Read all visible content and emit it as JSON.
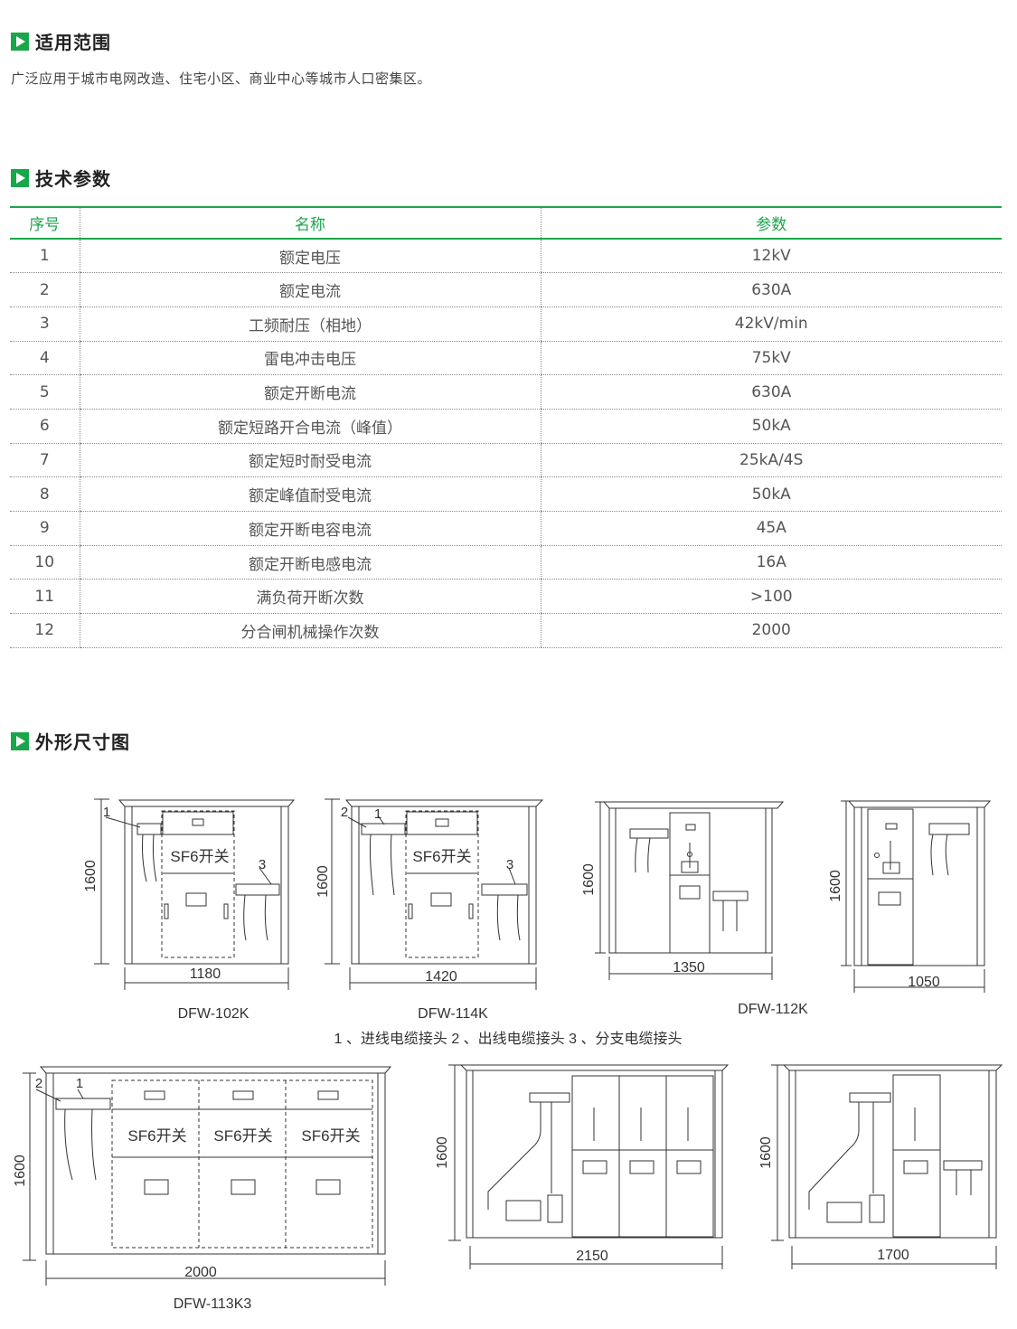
{
  "sections": {
    "scope": {
      "title": "适用范围",
      "text": "广泛应用于城市电网改造、住宅小区、商业中心等城市人口密集区。"
    },
    "tech": {
      "title": "技术参数"
    },
    "dims": {
      "title": "外形尺寸图"
    }
  },
  "table": {
    "headers": [
      "序号",
      "名称",
      "参数"
    ],
    "rows": [
      [
        "1",
        "额定电压",
        "12kV"
      ],
      [
        "2",
        "额定电流",
        "630A"
      ],
      [
        "3",
        "工频耐压（相地）",
        "42kV/min"
      ],
      [
        "4",
        "雷电冲击电压",
        "75kV"
      ],
      [
        "5",
        "额定开断电流",
        "630A"
      ],
      [
        "6",
        "额定短路开合电流（峰值）",
        "50kA"
      ],
      [
        "7",
        "额定短时耐受电流",
        "25kA/4S"
      ],
      [
        "8",
        "额定峰值耐受电流",
        "50kA"
      ],
      [
        "9",
        "额定开断电容电流",
        "45A"
      ],
      [
        "10",
        "额定开断电感电流",
        "16A"
      ],
      [
        "11",
        "满负荷开断次数",
        ">100"
      ],
      [
        "12",
        "分合闸机械操作次数",
        "2000"
      ]
    ]
  },
  "drawing": {
    "height_label": "1600",
    "switch_label": "SF6开关",
    "legend": "1 、进线电缆接头   2 、出线电缆接头   3 、分支电缆接头",
    "callouts": {
      "n1": "1",
      "n2": "2",
      "n3": "3"
    },
    "models": {
      "m102": {
        "name": "DFW-102K",
        "width": "1180"
      },
      "m114": {
        "name": "DFW-114K",
        "width": "1420"
      },
      "m112": {
        "name": "DFW-112K",
        "width": "1350"
      },
      "m105": {
        "width": "1050"
      },
      "m113": {
        "name": "DFW-113K3",
        "width": "2000"
      },
      "m215": {
        "width": "2150"
      },
      "m170": {
        "width": "1700"
      }
    }
  }
}
